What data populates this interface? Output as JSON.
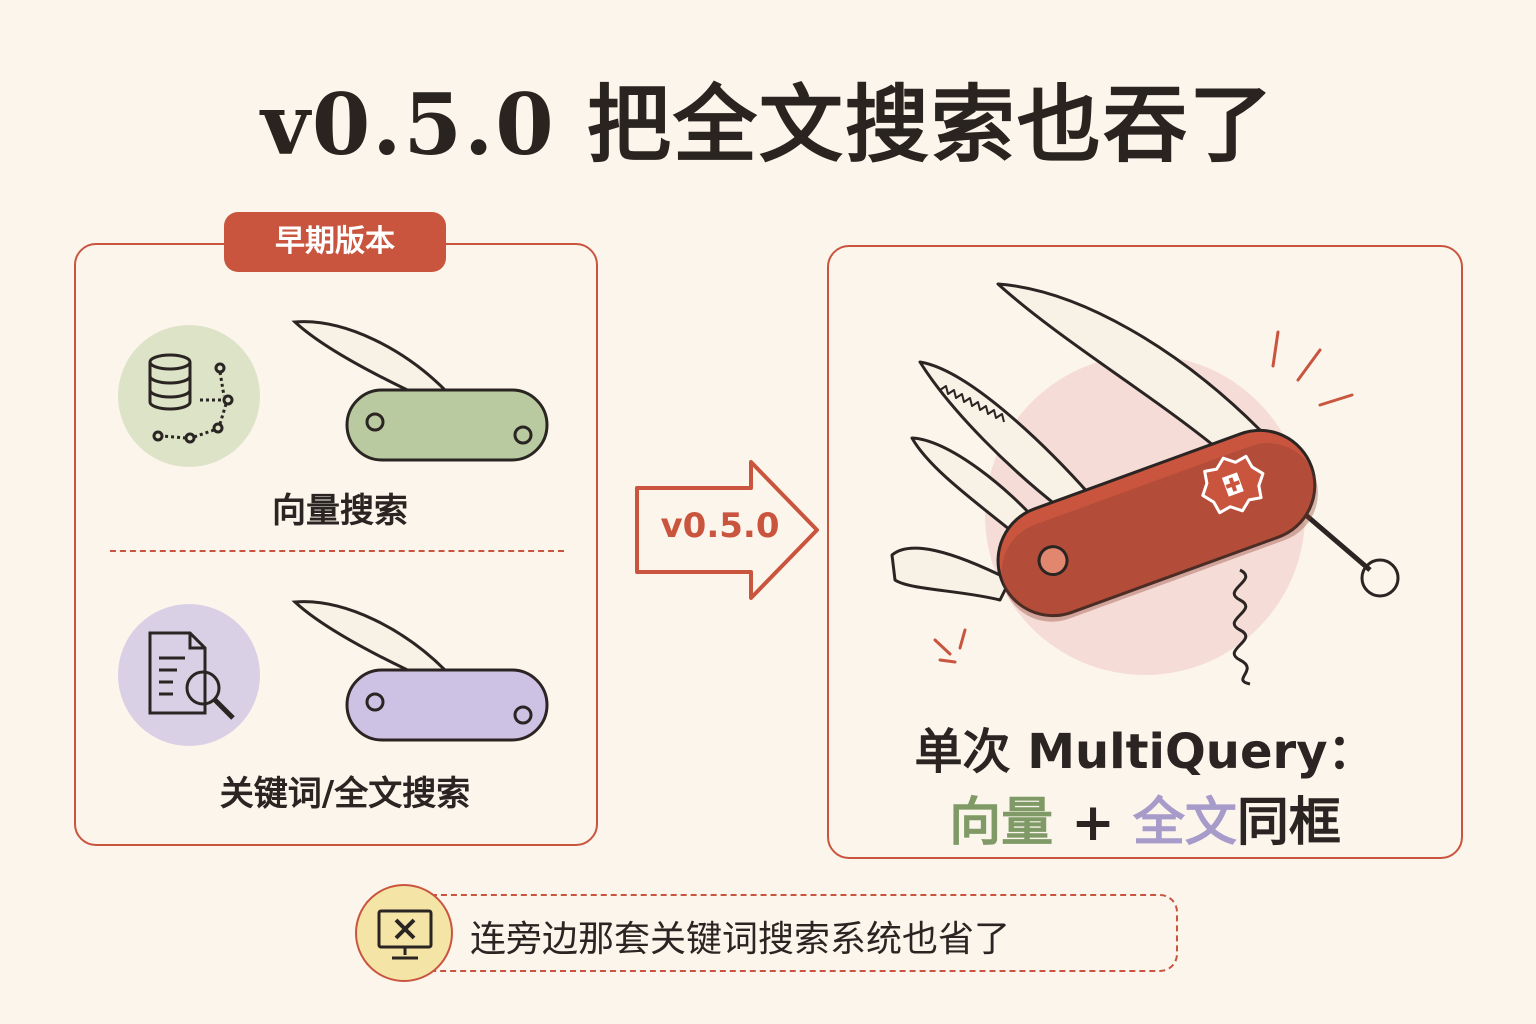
{
  "title": "v0.5.0 把全文搜索也吞了",
  "left_panel": {
    "badge": "早期版本",
    "items": [
      {
        "label": "向量搜索",
        "icon": "database-vector-icon"
      },
      {
        "label": "关键词/全文搜索",
        "icon": "document-search-icon"
      }
    ]
  },
  "arrow": {
    "label": "v0.5.0"
  },
  "right_panel": {
    "icon": "swiss-army-knife-icon",
    "line1": "单次 MultiQuery：",
    "line2_part1": "向量",
    "line2_part2": " + ",
    "line2_part3": "全文",
    "line2_part4": "同框"
  },
  "footer": {
    "icon": "monitor-x-icon",
    "text": "连旁边那套关键词搜索系统也省了"
  },
  "colors": {
    "accent": "#c9553f",
    "green": "#7f9a66",
    "purple": "#a79bc9",
    "background": "#fbf5ec"
  }
}
